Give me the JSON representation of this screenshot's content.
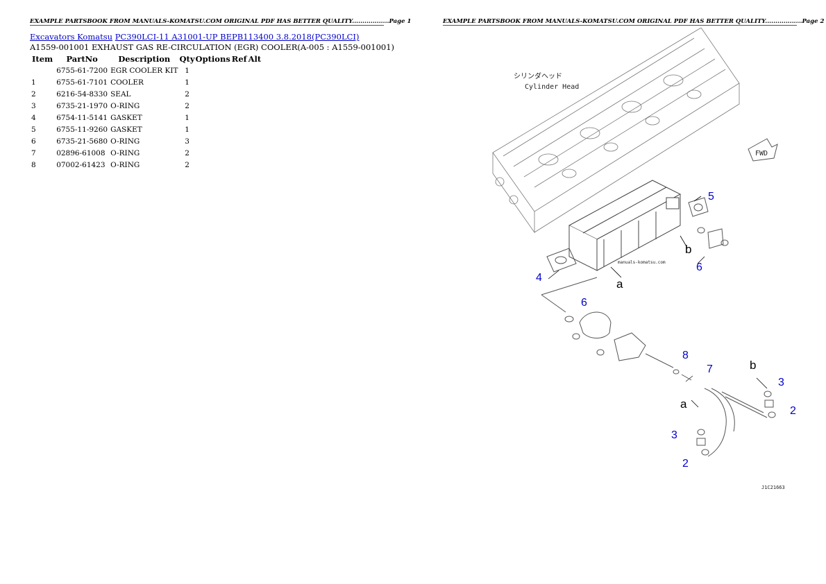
{
  "headers": {
    "left": "EXAMPLE PARTSBOOK FROM MANUALS-KOMATSU.COM ORIGINAL PDF HAS BETTER QUALITY..................Page 1",
    "right": "EXAMPLE PARTSBOOK FROM MANUALS-KOMATSU.COM ORIGINAL PDF HAS BETTER QUALITY..................Page 2"
  },
  "breadcrumb": {
    "link1": "Excavators Komatsu",
    "link2": "PC390LCI-11 A31001-UP BEPB113400 3.8.2018(PC390LCI)"
  },
  "subtitle": "A1559-001001 EXHAUST GAS RE-CIRCULATION (EGR) COOLER(A-005 : A1559-001001)",
  "table": {
    "headers": [
      "Item",
      "PartNo",
      "Description",
      "Qty",
      "Options",
      "Ref",
      "Alt"
    ],
    "rows": [
      {
        "item": "",
        "partno": "6755-61-7200",
        "desc": "EGR COOLER KIT",
        "qty": "1"
      },
      {
        "item": "1",
        "partno": "6755-61-7101",
        "desc": "COOLER",
        "qty": "1"
      },
      {
        "item": "2",
        "partno": "6216-54-8330",
        "desc": "SEAL",
        "qty": "2"
      },
      {
        "item": "3",
        "partno": "6735-21-1970",
        "desc": "O-RING",
        "qty": "2"
      },
      {
        "item": "4",
        "partno": "6754-11-5141",
        "desc": "GASKET",
        "qty": "1"
      },
      {
        "item": "5",
        "partno": "6755-11-9260",
        "desc": "GASKET",
        "qty": "1"
      },
      {
        "item": "6",
        "partno": "6735-21-5680",
        "desc": "O-RING",
        "qty": "3"
      },
      {
        "item": "7",
        "partno": "02896-61008",
        "desc": "O-RING",
        "qty": "2"
      },
      {
        "item": "8",
        "partno": "07002-61423",
        "desc": "O-RING",
        "qty": "2"
      }
    ]
  },
  "diagram": {
    "label_jp": "シリンダヘッド",
    "label_en": "Cylinder Head",
    "fwd": "FWD",
    "watermark": "manuals-komatsu.com",
    "figure_code": "J1C21663",
    "callouts": {
      "c5": "5",
      "c6a": "6",
      "c4": "4",
      "c6b": "6",
      "c8": "8",
      "c7": "7",
      "c3a": "3",
      "c2a": "2",
      "c3b": "3",
      "c2b": "2",
      "la": "a",
      "lb": "b",
      "la2": "a",
      "lb2": "b"
    }
  }
}
